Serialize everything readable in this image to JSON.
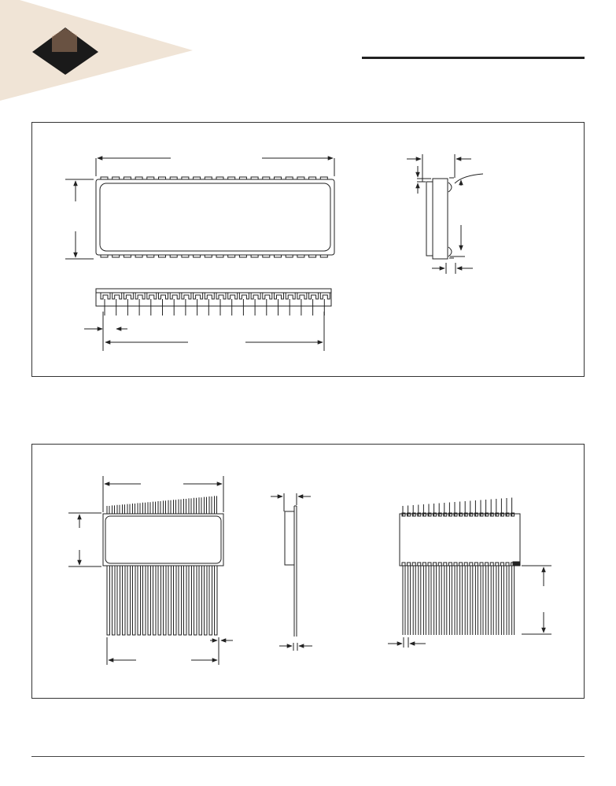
{
  "document": {
    "logo_icon": "diamond-logo-icon",
    "brand_accent": "#f0e4d6",
    "logo_color": "#1a1a1a",
    "logo_stripe_color": "#b88a6a",
    "line_color": "#222222"
  },
  "panels": [
    {
      "name": "dip-package-drawing",
      "views": [
        "top-view",
        "side-view",
        "end-view"
      ]
    },
    {
      "name": "flatpack-package-drawing",
      "views": [
        "top-view",
        "side-view",
        "formed-leads-view"
      ]
    }
  ]
}
